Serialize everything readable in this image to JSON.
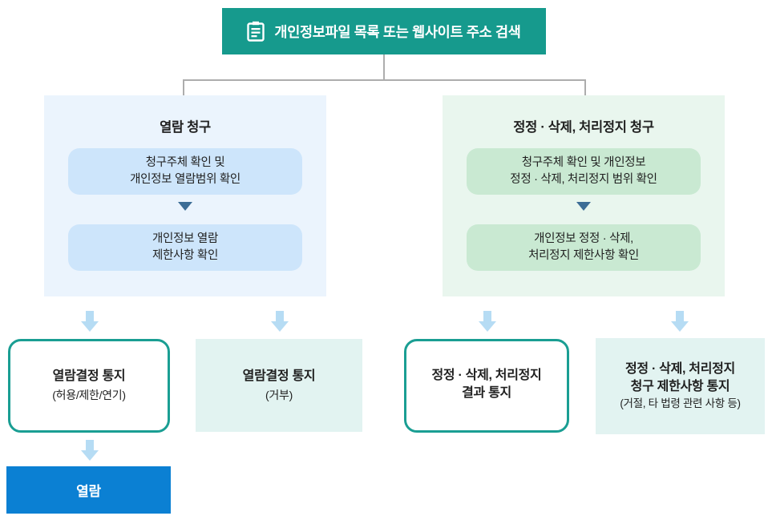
{
  "header": {
    "label": "개인정보파일 목록 또는 웹사이트 주소 검색",
    "icon": "clipboard-icon"
  },
  "branches": {
    "left": {
      "title": "열람 청구",
      "steps": [
        {
          "line1": "청구주체 확인 및",
          "line2": "개인정보 열람범위 확인"
        },
        {
          "line1": "개인정보 열람",
          "line2": "제한사항 확인"
        }
      ]
    },
    "right": {
      "title": "정정 · 삭제, 처리정지 청구",
      "steps": [
        {
          "line1": "청구주체 확인 및 개인정보",
          "line2": "정정 · 삭제, 처리정지 범위 확인"
        },
        {
          "line1": "개인정보 정정 · 삭제,",
          "line2": "처리정지 제한사항 확인"
        }
      ]
    }
  },
  "results": [
    {
      "title1": "열람결정 통지",
      "title2": "",
      "sub": "(허용/제한/연기)",
      "style": "outlined"
    },
    {
      "title1": "열람결정 통지",
      "title2": "",
      "sub": "(거부)",
      "style": "filled"
    },
    {
      "title1": "정정 · 삭제, 처리정지",
      "title2": "결과 통지",
      "sub": "",
      "style": "outlined"
    },
    {
      "title1": "정정 · 삭제, 처리정지",
      "title2": "청구 제한사항 통지",
      "sub": "(거절, 타 법령 관련 사항 등)",
      "style": "filled"
    }
  ],
  "final": {
    "label": "열람"
  },
  "colors": {
    "header_teal": "#169a8d",
    "outline_teal": "#1a9e93",
    "left_container_bg": "#ebf4fd",
    "left_step_bg": "#cde5fb",
    "right_container_bg": "#e9f6ee",
    "right_step_bg": "#c9e9d2",
    "mint_result_bg": "#e2f3f1",
    "big_arrow_blue": "#b6dcf4",
    "small_triangle_navy": "#3c6d96",
    "final_blue": "#0b80d3",
    "connector_gray": "#adadad"
  }
}
